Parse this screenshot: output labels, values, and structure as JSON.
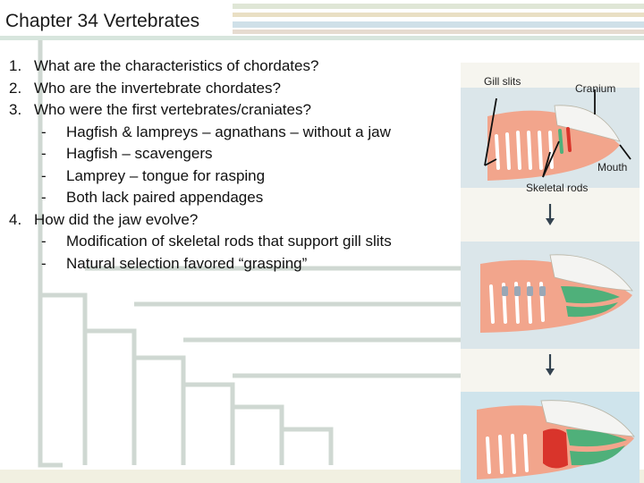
{
  "slide": {
    "title": "Chapter 34 Vertebrates",
    "items": [
      {
        "kind": "q",
        "num": "1.",
        "text": "What are the characteristics of chordates?"
      },
      {
        "kind": "q",
        "num": "2.",
        "text": "Who are the invertebrate chordates?"
      },
      {
        "kind": "q",
        "num": "3.",
        "text": "Who were the first vertebrates/craniates?"
      },
      {
        "kind": "s",
        "num": "-",
        "text": "Hagfish & lampreys – agnathans – without a jaw"
      },
      {
        "kind": "s",
        "num": "-",
        "text": "Hagfish – scavengers"
      },
      {
        "kind": "s",
        "num": "-",
        "text": "Lamprey – tongue for rasping"
      },
      {
        "kind": "s",
        "num": "-",
        "text": "Both lack paired appendages"
      },
      {
        "kind": "q",
        "num": "4.",
        "text": "How did the jaw evolve?"
      },
      {
        "kind": "s",
        "num": "-",
        "text": "Modification of skeletal rods that support gill slits"
      },
      {
        "kind": "s",
        "num": "-",
        "text": "Natural selection favored “grasping”"
      }
    ]
  },
  "figure": {
    "labels": {
      "gill_slits": "Gill slits",
      "cranium": "Cranium",
      "mouth": "Mouth",
      "skeletal_rods": "Skeletal rods"
    }
  },
  "colors": {
    "flesh": "#f2a58c",
    "cranium": "#f4f4f2",
    "gill_rod": "#e8e6dc",
    "green_jaw": "#4fb07a",
    "red_jaw": "#d9342b",
    "grey_rod": "#9aa7b5",
    "tree_lines": "#cfd8d2"
  }
}
